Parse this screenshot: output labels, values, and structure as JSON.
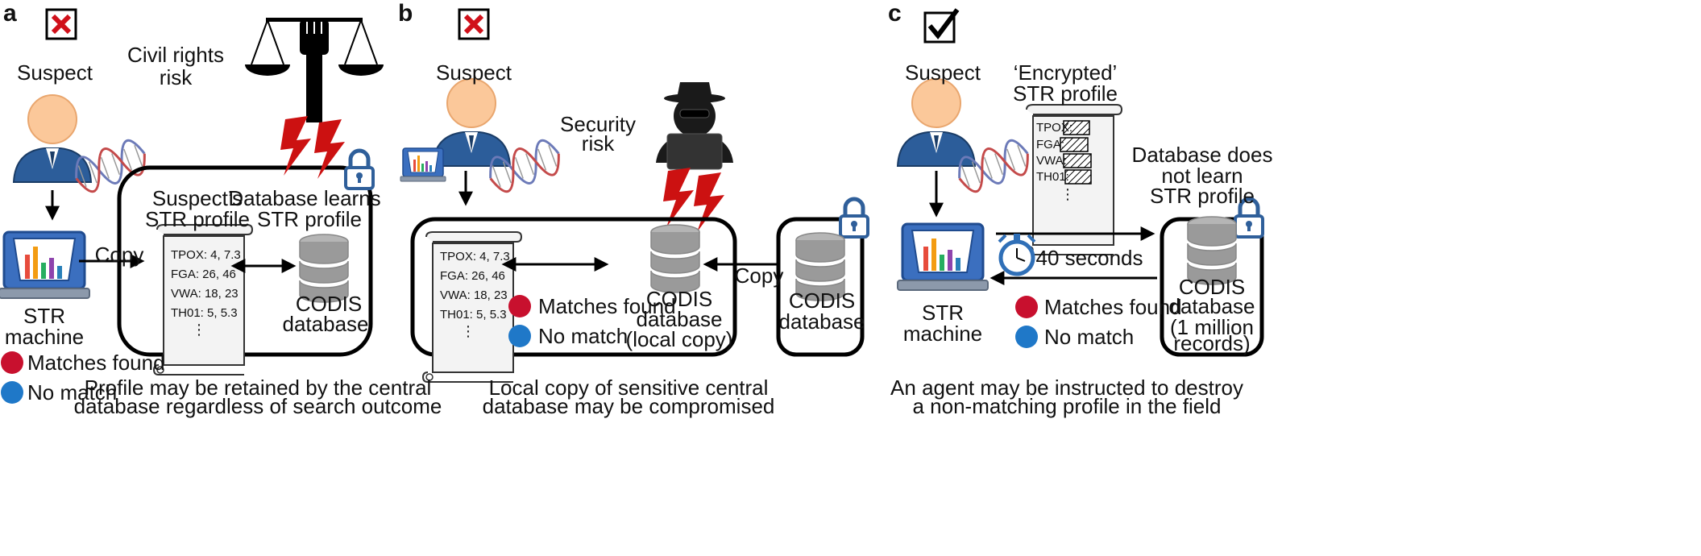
{
  "panels": {
    "a": {
      "label": "a",
      "suspect": "Suspect",
      "risk": [
        "Civil rights",
        "risk"
      ],
      "profile_title": [
        "Suspect’s",
        "STR profile"
      ],
      "db_learns": [
        "Database learns",
        "STR profile"
      ],
      "copy": "Copy",
      "machine": [
        "STR",
        "machine"
      ],
      "codis": [
        "CODIS",
        "database"
      ],
      "profile_rows": [
        "TPOX: 4, 7.3",
        "FGA: 26, 46",
        "VWA: 18, 23",
        "TH01: 5, 5.3",
        "⋮"
      ],
      "legend": [
        "Matches found",
        "No match"
      ],
      "caption": [
        "Profile may be retained by the central",
        "database regardless of search outcome"
      ]
    },
    "b": {
      "label": "b",
      "suspect": "Suspect",
      "risk": [
        "Security",
        "risk"
      ],
      "profile_rows": [
        "TPOX: 4, 7.3",
        "FGA: 26, 46",
        "VWA: 18, 23",
        "TH01: 5, 5.3",
        "⋮"
      ],
      "legend": [
        "Matches found",
        "No match"
      ],
      "local_db": [
        "CODIS",
        "database",
        "(local copy)"
      ],
      "copy": "Copy",
      "central_db": [
        "CODIS",
        "database"
      ],
      "caption": [
        "Local copy of sensitive central",
        "database may be compromised"
      ]
    },
    "c": {
      "label": "c",
      "suspect": "Suspect",
      "encrypted_title": [
        "‘Encrypted’",
        "STR profile"
      ],
      "encrypted_rows": [
        "TPOX:",
        "FGA:",
        "VWA:",
        "TH01:",
        "⋮"
      ],
      "db_not_learn": [
        "Database does",
        "not learn",
        "STR profile"
      ],
      "time": "40 seconds",
      "machine": [
        "STR",
        "machine"
      ],
      "legend": [
        "Matches found",
        "No match"
      ],
      "codis": [
        "CODIS",
        "database",
        "(1 million",
        "records)"
      ],
      "caption": [
        "An agent may be instructed to destroy",
        "a non-matching profile in the field"
      ]
    }
  },
  "colors": {
    "match": "#c8102e",
    "nomatch": "#1f78c8",
    "lightning": "#cc1111",
    "lock": "#2f5f9a",
    "person": "#2c5d9a",
    "skin": "#fbc89a"
  }
}
